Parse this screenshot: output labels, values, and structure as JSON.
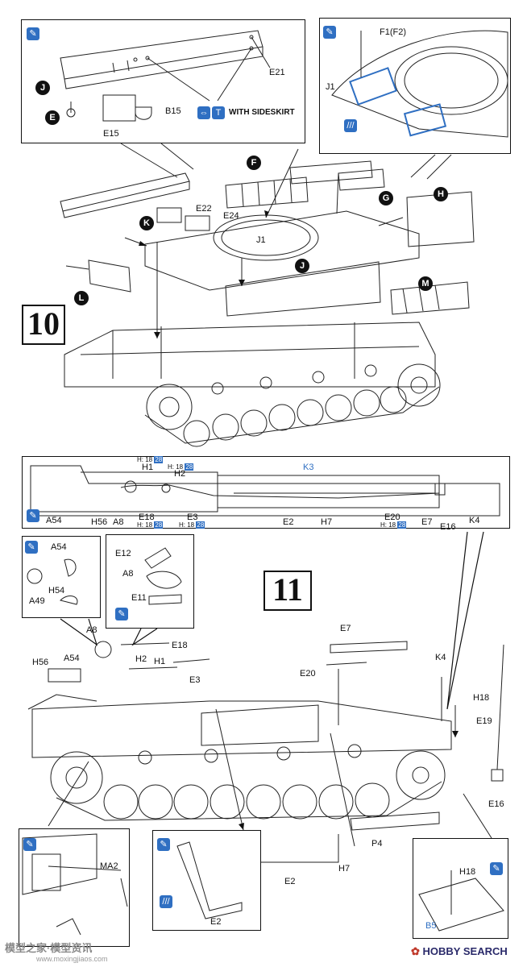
{
  "steps": {
    "s10": "10",
    "s11": "11"
  },
  "badges": {
    "pencil": "✎",
    "glue": "///"
  },
  "markers": [
    "J",
    "E",
    "F",
    "G",
    "H",
    "K",
    "L",
    "J",
    "M"
  ],
  "note": {
    "with_sideskirt": "WITH SIDESKIRT"
  },
  "parts_step10": {
    "E21": "E21",
    "B15": "B15",
    "E15": "E15",
    "F1F2": "F1(F2)",
    "J1a": "J1",
    "E22": "E22",
    "E24": "E24",
    "J1b": "J1"
  },
  "parts_strip": {
    "H1": "H1",
    "H2": "H2",
    "K3": "K3",
    "A54": "A54",
    "H56": "H56",
    "A8": "A8",
    "E18": "E18",
    "E3": "E3",
    "E2": "E2",
    "H7": "H7",
    "E20": "E20",
    "E7": "E7",
    "E16": "E16",
    "K4": "K4"
  },
  "paint": {
    "h": "H",
    "c1": "18",
    "c2": "28"
  },
  "parts_step11": {
    "A54": "A54",
    "A49": "A49",
    "H54": "H54",
    "E12": "E12",
    "A8box": "A8",
    "E11": "E11",
    "A8": "A8",
    "E18": "E18",
    "H56": "H56",
    "A54b": "A54",
    "H2": "H2",
    "H1": "H1",
    "E3": "E3",
    "E7": "E7",
    "K4": "K4",
    "E20": "E20",
    "H18": "H18",
    "E19": "E19",
    "E16": "E16",
    "P4": "P4",
    "H7": "H7",
    "E2": "E2",
    "MA2": "MA2",
    "E2b": "E2",
    "H18b": "H18",
    "B5": "B5"
  },
  "watermarks": {
    "left": "模型之家·模型资讯",
    "url": "www.moxingjiaos.com",
    "hobby": "HOBBY SEARCH"
  }
}
